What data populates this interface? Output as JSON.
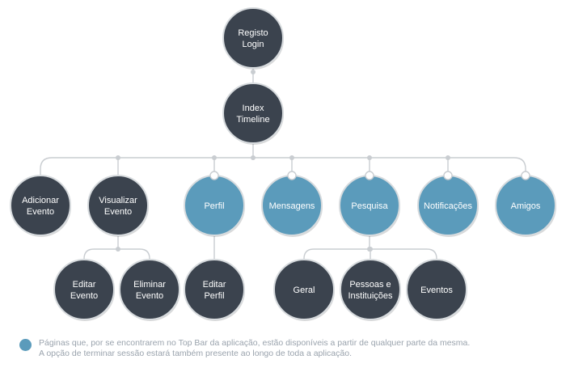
{
  "colors": {
    "dark_node": "#3b434e",
    "accent_node": "#5b9bbb",
    "connector": "#c9cdd1",
    "legend_text": "#9aa3ad"
  },
  "nodes": [
    {
      "id": "registo-login",
      "lines": [
        "Registo",
        "Login"
      ],
      "style": "dark"
    },
    {
      "id": "index-timeline",
      "lines": [
        "Index",
        "Timeline"
      ],
      "style": "dark"
    },
    {
      "id": "adicionar-evento",
      "lines": [
        "Adicionar",
        "Evento"
      ],
      "style": "dark"
    },
    {
      "id": "visualizar-evento",
      "lines": [
        "Visualizar",
        "Evento"
      ],
      "style": "dark"
    },
    {
      "id": "perfil",
      "lines": [
        "Perfil"
      ],
      "style": "accent"
    },
    {
      "id": "mensagens",
      "lines": [
        "Mensagens"
      ],
      "style": "accent"
    },
    {
      "id": "pesquisa",
      "lines": [
        "Pesquisa"
      ],
      "style": "accent"
    },
    {
      "id": "notificacoes",
      "lines": [
        "Notificações"
      ],
      "style": "accent"
    },
    {
      "id": "amigos",
      "lines": [
        "Amigos"
      ],
      "style": "accent"
    },
    {
      "id": "editar-evento",
      "lines": [
        "Editar",
        "Evento"
      ],
      "style": "dark"
    },
    {
      "id": "eliminar-evento",
      "lines": [
        "Eliminar",
        "Evento"
      ],
      "style": "dark"
    },
    {
      "id": "editar-perfil",
      "lines": [
        "Editar",
        "Perfil"
      ],
      "style": "dark"
    },
    {
      "id": "geral",
      "lines": [
        "Geral"
      ],
      "style": "dark"
    },
    {
      "id": "pessoas-instituicoes",
      "lines": [
        "Pessoas e",
        "Instituições"
      ],
      "style": "dark"
    },
    {
      "id": "eventos",
      "lines": [
        "Eventos"
      ],
      "style": "dark"
    }
  ],
  "edges": [
    [
      "registo-login",
      "index-timeline"
    ],
    [
      "index-timeline",
      "adicionar-evento"
    ],
    [
      "index-timeline",
      "visualizar-evento"
    ],
    [
      "index-timeline",
      "perfil"
    ],
    [
      "index-timeline",
      "mensagens"
    ],
    [
      "index-timeline",
      "pesquisa"
    ],
    [
      "index-timeline",
      "notificacoes"
    ],
    [
      "index-timeline",
      "amigos"
    ],
    [
      "visualizar-evento",
      "editar-evento"
    ],
    [
      "visualizar-evento",
      "eliminar-evento"
    ],
    [
      "perfil",
      "editar-perfil"
    ],
    [
      "pesquisa",
      "geral"
    ],
    [
      "pesquisa",
      "pessoas-instituicoes"
    ],
    [
      "pesquisa",
      "eventos"
    ]
  ],
  "legend": {
    "line1": "Páginas que, por se encontrarem no Top Bar da aplicação, estão disponíveis a partir de qualquer parte da mesma.",
    "line2": "A opção de terminar sessão estará também presente ao longo de toda a aplicação."
  }
}
